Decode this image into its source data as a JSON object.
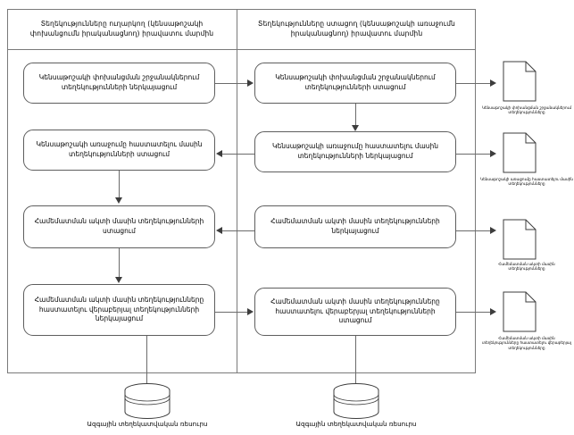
{
  "diagram": {
    "title": "Information exchange swimlane diagram",
    "lanes": [
      {
        "id": "sender",
        "header": "Տեղեկությունները ուղարկող (կենսաթոշակի փոխանցումն իրականացնող) իրավատու մարմին"
      },
      {
        "id": "receiver",
        "header": "Տեղեկությունները ստացող (կենսաթոշակի առաջումն իրականացնող) իրավատու մարմին"
      }
    ],
    "steps": {
      "left": [
        "Կենսաթոշակի փոխանցման շրջանակներում տեղեկությունների ներկայացում",
        "Կենսաթոշակի առաջումը հաստատելու մասին տեղեկությունների ստացում",
        "Համեմատման ակտի մասին տեղեկությունների ստացում",
        "Համեմատման ակտի մասին տեղեկությունները հաստատելու վերաբերյալ տեղեկությունների ներկայացում"
      ],
      "right": [
        "Կենսաթոշակի փոխանցման շրջանակներում տեղեկությունների ստացում",
        "Կենսաթոշակի առաջումը հաստատելու մասին տեղեկությունների ներկայացում",
        "Համեմատման ակտի մասին տեղեկությունների ներկայացում",
        "Համեմատման ակտի մասին տեղեկությունները հաստատելու վերաբերյալ տեղեկությունների ստացում"
      ]
    },
    "documents": [
      {
        "icon": "document-icon",
        "caption": "Կենսաթոշակի փոխանցման շրջանակներում տեղեկությունները"
      },
      {
        "icon": "document-icon",
        "caption": "Կենսաթոշակի առաջումը հաստատելու մասին տեղեկությունները"
      },
      {
        "icon": "document-icon",
        "caption": "Համեմատման ակտի մասին տեղեկությունները"
      },
      {
        "icon": "document-icon",
        "caption": "Համեմատման ակտի մասին տեղեկությունները հաստատելու վերաբերյալ տեղեկությունները"
      }
    ],
    "datastores": [
      {
        "icon": "database-cylinder-icon",
        "label": "Ազգային տեղեկատվական ռեսուրս"
      },
      {
        "icon": "database-cylinder-icon",
        "label": "Ազգային տեղեկատվական ռեսուրս"
      }
    ],
    "colors": {
      "frame_border": "#7a7a7a",
      "box_border": "#5e5e5e",
      "connector": "#6b6b6b",
      "arrow_fill": "#3d3d3d",
      "background": "#ffffff",
      "text": "#000000"
    }
  }
}
